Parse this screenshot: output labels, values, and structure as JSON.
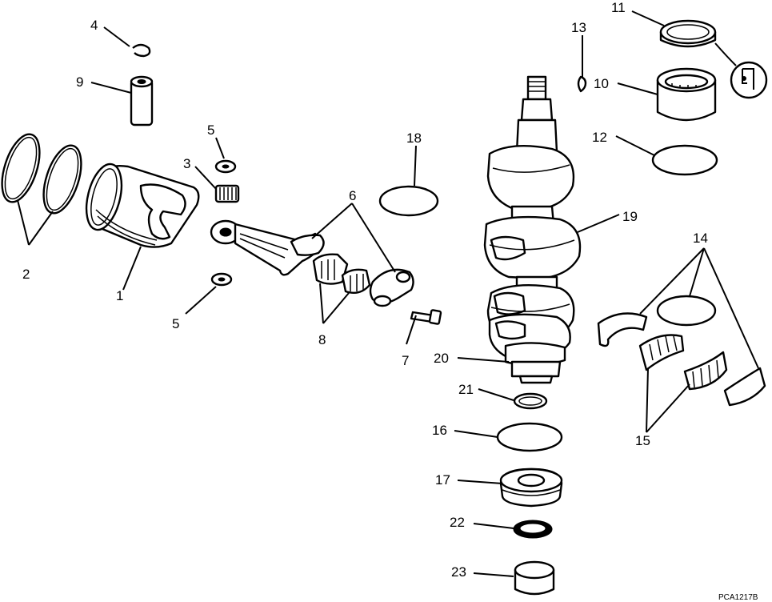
{
  "callouts": {
    "c1": "1",
    "c2": "2",
    "c3": "3",
    "c4": "4",
    "c5_top": "5",
    "c5_bottom": "5",
    "c6": "6",
    "c7": "7",
    "c8": "8",
    "c9": "9",
    "c10": "10",
    "c11": "11",
    "c12": "12",
    "c13": "13",
    "c14": "14",
    "c15": "15",
    "c16": "16",
    "c17": "17",
    "c18": "18",
    "c19": "19",
    "c20": "20",
    "c21": "21",
    "c22": "22",
    "c23": "23"
  },
  "figure_code": "PCA1217B"
}
